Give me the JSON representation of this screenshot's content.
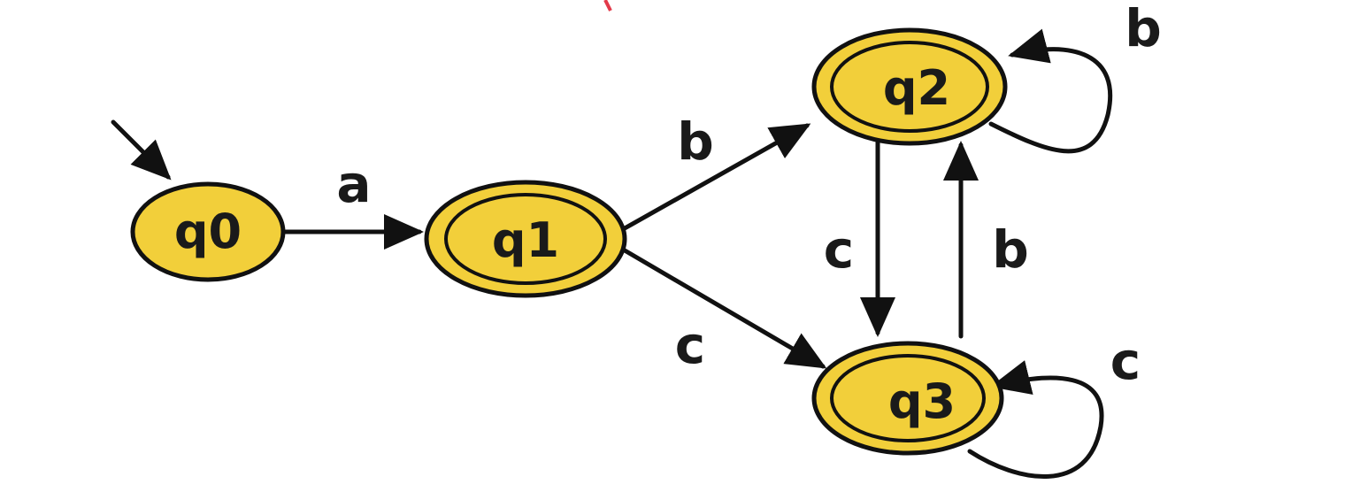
{
  "diagram": {
    "type": "finite-automaton",
    "states": [
      {
        "id": "q0",
        "label": "q0",
        "initial": true,
        "accepting": false
      },
      {
        "id": "q1",
        "label": "q1",
        "initial": false,
        "accepting": true
      },
      {
        "id": "q2",
        "label": "q2",
        "initial": false,
        "accepting": true
      },
      {
        "id": "q3",
        "label": "q3",
        "initial": false,
        "accepting": true
      }
    ],
    "transitions": [
      {
        "from": "q0",
        "to": "q1",
        "label": "a"
      },
      {
        "from": "q1",
        "to": "q2",
        "label": "b"
      },
      {
        "from": "q1",
        "to": "q3",
        "label": "c"
      },
      {
        "from": "q2",
        "to": "q3",
        "label": "c"
      },
      {
        "from": "q3",
        "to": "q2",
        "label": "b"
      },
      {
        "from": "q2",
        "to": "q2",
        "label": "b"
      },
      {
        "from": "q3",
        "to": "q3",
        "label": "c"
      }
    ],
    "colors": {
      "state_fill": "#f2cf3a",
      "stroke": "#111111",
      "background": "#ffffff",
      "stray_mark": "#e23a4a"
    }
  }
}
